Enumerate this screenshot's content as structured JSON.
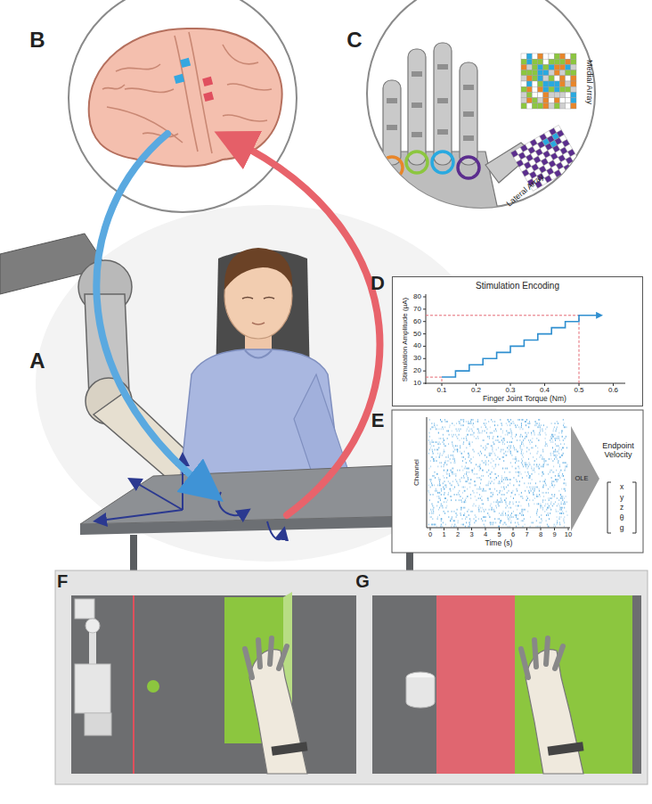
{
  "diagram": {
    "nodes": [
      {
        "text": [
          "Stimulation Encoding"
        ]
      }
    ],
    "labels": [
      "B",
      "C",
      "Medial Array",
      "Lateral Array",
      "D",
      "A",
      "E",
      "F",
      "G",
      "80",
      "70",
      "60",
      "50",
      "40",
      "30",
      "20",
      "10",
      "0.1",
      "0.2",
      "0.3",
      "0.4",
      "0.5",
      "0.6",
      "Stimulation Amplitude (µA)",
      "Finger Joint Torque (Nm)",
      "Channel",
      "Time (s)",
      "0",
      "1",
      "2",
      "3",
      "4",
      "5",
      "6",
      "7",
      "8",
      "9",
      "10",
      "Endpoint Velocity",
      "OLE",
      "x",
      "y",
      "z",
      "θ",
      "g"
    ]
  }
}
